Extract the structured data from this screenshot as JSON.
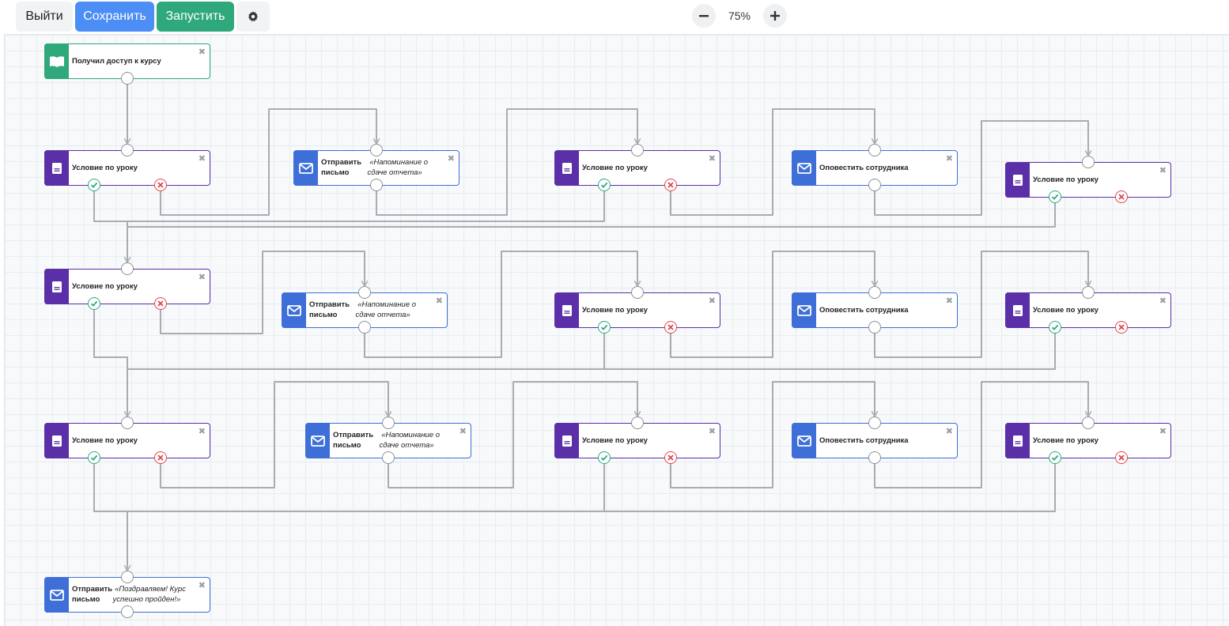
{
  "toolbar": {
    "exit_label": "Выйти",
    "save_label": "Сохранить",
    "run_label": "Запустить",
    "zoom_level": "75%"
  },
  "colors": {
    "condition": "#5b2fa8",
    "mail": "#3e6fd8",
    "trigger": "#2fa97c",
    "yes": "#2fa97c",
    "no": "#e0464a",
    "link": "#a7adb3"
  },
  "nodes": [
    {
      "id": "trigger",
      "kind": "trigger",
      "icon": "book-open-icon",
      "title": "Получил доступ к курсу",
      "detail": ""
    },
    {
      "id": "r1c1",
      "kind": "condition",
      "icon": "document-icon",
      "title": "Условие по уроку",
      "detail": ""
    },
    {
      "id": "r1c2",
      "kind": "mail",
      "icon": "envelope-icon",
      "title": "Отправить письмо",
      "detail": "«Напоминание о сдаче отчета»"
    },
    {
      "id": "r1c3",
      "kind": "condition",
      "icon": "document-icon",
      "title": "Условие по уроку",
      "detail": ""
    },
    {
      "id": "r1c4",
      "kind": "mail",
      "icon": "envelope-icon",
      "title": "Оповестить сотрудника",
      "detail": ""
    },
    {
      "id": "r1c5",
      "kind": "condition",
      "icon": "document-icon",
      "title": "Условие по уроку",
      "detail": ""
    },
    {
      "id": "r2c1",
      "kind": "condition",
      "icon": "document-icon",
      "title": "Условие по уроку",
      "detail": ""
    },
    {
      "id": "r2c2",
      "kind": "mail",
      "icon": "envelope-icon",
      "title": "Отправить письмо",
      "detail": "«Напоминание о сдаче отчета»"
    },
    {
      "id": "r2c3",
      "kind": "condition",
      "icon": "document-icon",
      "title": "Условие по уроку",
      "detail": ""
    },
    {
      "id": "r2c4",
      "kind": "mail",
      "icon": "envelope-icon",
      "title": "Оповестить сотрудника",
      "detail": ""
    },
    {
      "id": "r2c5",
      "kind": "condition",
      "icon": "document-icon",
      "title": "Условие по уроку",
      "detail": ""
    },
    {
      "id": "r3c1",
      "kind": "condition",
      "icon": "document-icon",
      "title": "Условие по уроку",
      "detail": ""
    },
    {
      "id": "r3c2",
      "kind": "mail",
      "icon": "envelope-icon",
      "title": "Отправить письмо",
      "detail": "«Напоминание о сдаче отчета»"
    },
    {
      "id": "r3c3",
      "kind": "condition",
      "icon": "document-icon",
      "title": "Условие по уроку",
      "detail": ""
    },
    {
      "id": "r3c4",
      "kind": "mail",
      "icon": "envelope-icon",
      "title": "Оповестить сотрудника",
      "detail": ""
    },
    {
      "id": "r3c5",
      "kind": "condition",
      "icon": "document-icon",
      "title": "Условие по уроку",
      "detail": ""
    },
    {
      "id": "final",
      "kind": "mail",
      "icon": "envelope-icon",
      "title": "Отправить письмо",
      "detail": "«Поздравляем! Курс успешно пройден!»"
    }
  ]
}
